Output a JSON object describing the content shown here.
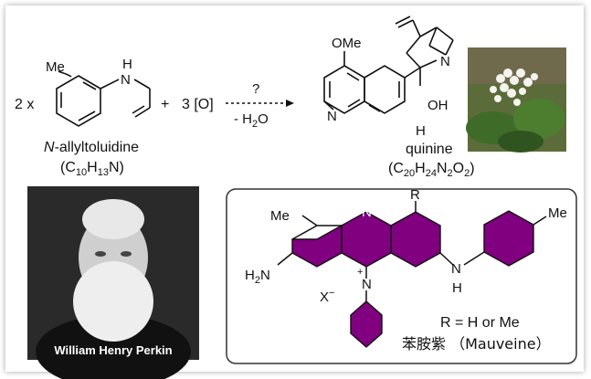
{
  "top": {
    "coef_left": "2 x",
    "me": "Me",
    "nh_n": "N",
    "nh_h": "H",
    "plus": "+",
    "oxidant": "3 [O]",
    "arrow_top": "?",
    "arrow_bottom_minus": "- H",
    "arrow_bottom_sub": "2",
    "arrow_bottom_o": "O",
    "allyl_label_italic": "N",
    "allyl_label_rest": "-allyltoluidine",
    "allyl_formula": [
      "(C",
      "10",
      "H",
      "13",
      "N)"
    ],
    "ome": "OMe",
    "quinoline_n": "N",
    "quinuclidine_n": "N",
    "oh": "OH",
    "h": "H",
    "quinine_label": "quinine",
    "quinine_formula": [
      "(C",
      "20",
      "H",
      "24",
      "N",
      "2",
      "O",
      "2",
      ")"
    ]
  },
  "portrait": {
    "caption": "William Henry Perkin"
  },
  "mauveine": {
    "r": "R",
    "me_left": "Me",
    "me_right": "Me",
    "n_top": "N",
    "n_plus": "N",
    "plus": "+",
    "h2n": "H",
    "h2n_sub": "2",
    "h2n_n": "N",
    "x_minus": "X",
    "minus": "−",
    "nh_n": "N",
    "nh_h": "H",
    "r_def": "R = H or Me",
    "name": "苯胺紫 （Mauveine）"
  },
  "colors": {
    "fill": "#800080",
    "frame": "#333333"
  }
}
